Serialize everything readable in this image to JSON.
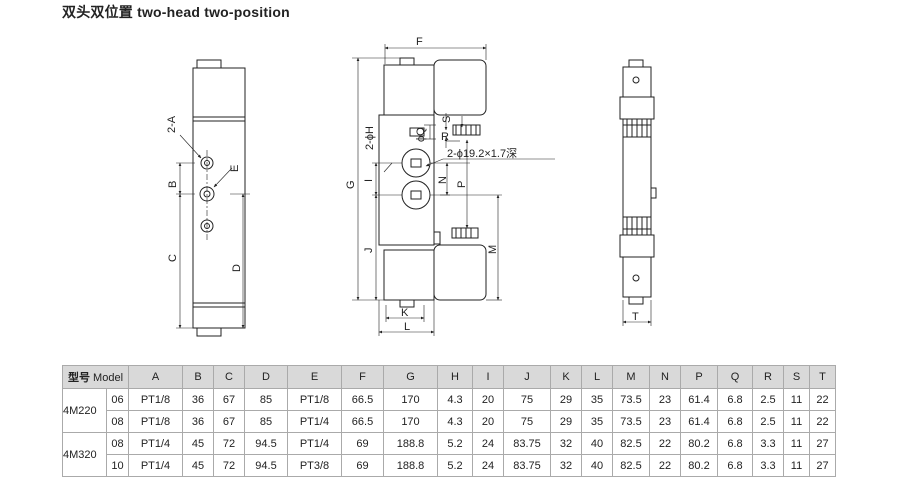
{
  "title": "双头双位置 two-head two-position",
  "diagram": {
    "front_labels": [
      "2-A",
      "B",
      "E",
      "C",
      "D"
    ],
    "side_labels": [
      "F",
      "2-ϕH",
      "ϕQ",
      "S",
      "R",
      "2-ϕ19.2×1.7深",
      "G",
      "I",
      "N",
      "P",
      "J",
      "M",
      "K",
      "L"
    ],
    "end_labels": [
      "T"
    ]
  },
  "table": {
    "header_model_cn": "型号",
    "header_model_en": "Model",
    "columns": [
      "A",
      "B",
      "C",
      "D",
      "E",
      "F",
      "G",
      "H",
      "I",
      "J",
      "K",
      "L",
      "M",
      "N",
      "P",
      "Q",
      "R",
      "S",
      "T"
    ],
    "groups": [
      {
        "model": "4M220",
        "rows": [
          {
            "code": "06",
            "values": [
              "PT1/8",
              "36",
              "67",
              "85",
              "PT1/8",
              "66.5",
              "170",
              "4.3",
              "20",
              "75",
              "29",
              "35",
              "73.5",
              "23",
              "61.4",
              "6.8",
              "2.5",
              "11",
              "22"
            ]
          },
          {
            "code": "08",
            "values": [
              "PT1/8",
              "36",
              "67",
              "85",
              "PT1/4",
              "66.5",
              "170",
              "4.3",
              "20",
              "75",
              "29",
              "35",
              "73.5",
              "23",
              "61.4",
              "6.8",
              "2.5",
              "11",
              "22"
            ]
          }
        ]
      },
      {
        "model": "4M320",
        "rows": [
          {
            "code": "08",
            "values": [
              "PT1/4",
              "45",
              "72",
              "94.5",
              "PT1/4",
              "69",
              "188.8",
              "5.2",
              "24",
              "83.75",
              "32",
              "40",
              "82.5",
              "22",
              "80.2",
              "6.8",
              "3.3",
              "11",
              "27"
            ]
          },
          {
            "code": "10",
            "values": [
              "PT1/4",
              "45",
              "72",
              "94.5",
              "PT3/8",
              "69",
              "188.8",
              "5.2",
              "24",
              "83.75",
              "32",
              "40",
              "82.5",
              "22",
              "80.2",
              "6.8",
              "3.3",
              "11",
              "27"
            ]
          }
        ]
      }
    ]
  }
}
